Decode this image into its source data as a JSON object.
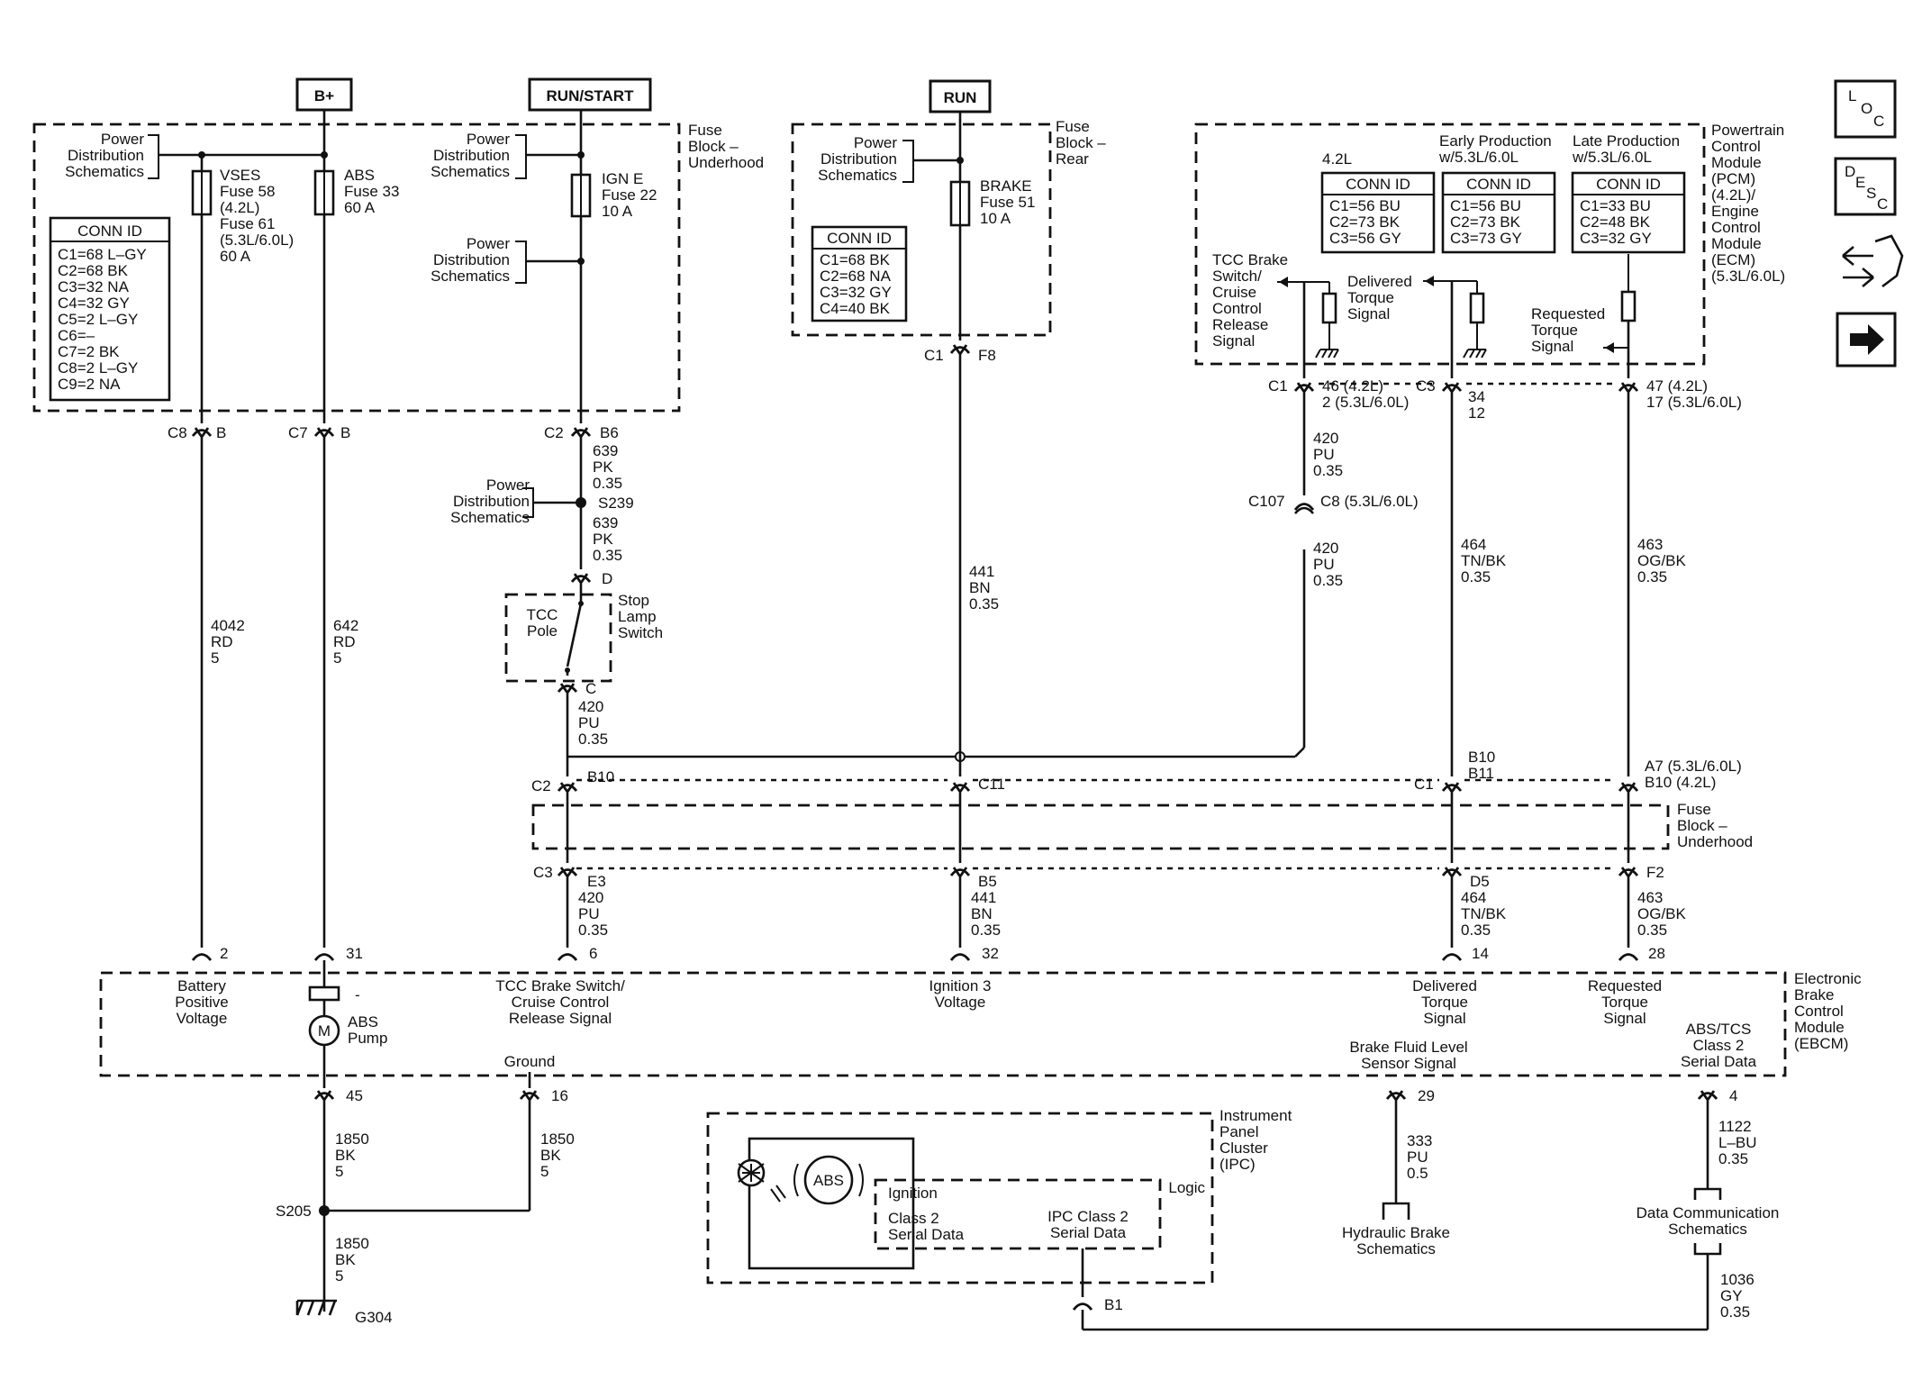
{
  "power_labels": {
    "bplus": "B+",
    "run_start": "RUN/START",
    "run": "RUN"
  },
  "common": {
    "pds_1": "Power",
    "pds_2": "Distribution",
    "pds_3": "Schematics"
  },
  "fuse_block_underhood": {
    "l1": "Fuse",
    "l2": "Block –",
    "l3": "Underhood",
    "vses": [
      "VSES",
      "Fuse 58",
      "(4.2L)",
      "Fuse 61",
      "(5.3L/6.0L)",
      "60 A"
    ],
    "abs": [
      "ABS",
      "Fuse 33",
      "60 A"
    ],
    "ign_e": [
      "IGN E",
      "Fuse 22",
      "10 A"
    ],
    "conn_title": "CONN ID",
    "conn_rows": [
      "C1=68 L–GY",
      "C2=68 BK",
      "C3=32 NA",
      "C4=32 GY",
      "C5=2 L–GY",
      "C6=–",
      "C7=2 BK",
      "C8=2 L–GY",
      "C9=2 NA"
    ]
  },
  "fuse_block_rear": {
    "l1": "Fuse",
    "l2": "Block –",
    "l3": "Rear",
    "brake": [
      "BRAKE",
      "Fuse 51",
      "10 A"
    ],
    "conn_title": "CONN ID",
    "conn_rows": [
      "C1=68 BK",
      "C2=68 NA",
      "C3=32 GY",
      "C4=40 BK"
    ]
  },
  "pcm": {
    "title": [
      "Powertrain",
      "Control",
      "Module",
      "(PCM)",
      "(4.2L)/",
      "Engine",
      "Control",
      "Module",
      "(ECM)",
      "(5.3L/6.0L)"
    ],
    "h_42": "4.2L",
    "h_early": [
      "Early Production",
      "w/5.3L/6.0L"
    ],
    "h_late": [
      "Late Production",
      "w/5.3L/6.0L"
    ],
    "conn_title": "CONN ID",
    "t1": [
      "C1=56 BU",
      "C2=73 BK",
      "C3=56 GY"
    ],
    "t2": [
      "C1=56 BU",
      "C2=73 BK",
      "C3=73 GY"
    ],
    "t3": [
      "C1=33 BU",
      "C2=48 BK",
      "C3=32 GY"
    ],
    "tcc_sig": [
      "TCC Brake",
      "Switch/",
      "Cruise",
      "Control",
      "Release",
      "Signal"
    ],
    "delivered": [
      "Delivered",
      "Torque",
      "Signal"
    ],
    "requested": [
      "Requested",
      "Torque",
      "Signal"
    ]
  },
  "connectors": {
    "c8": "C8",
    "c8_pin": "B",
    "c7": "C7",
    "c7_pin": "B",
    "c2_top": "C2",
    "c2_top_pin": "B6",
    "c1_rear": "C1",
    "c1_rear_pin": "F8",
    "pcm_c1": "C1",
    "pcm_c1_pin": [
      "46 (4.2L)",
      "2 (5.3L/6.0L)"
    ],
    "pcm_c3": "C3",
    "pcm_c3_pin": [
      "34",
      "12"
    ],
    "pcm_c3b_pin": [
      "47 (4.2L)",
      "17 (5.3L/6.0L)"
    ],
    "c107": "C107",
    "c107_pin": "C8 (5.3L/6.0L)",
    "d": "D",
    "c": "C",
    "s239": "S239",
    "mid_c2": "C2",
    "mid_c2_pin": "B10",
    "mid_c11": "C11",
    "mid_c1": "C1",
    "mid_c1_pin": [
      "B10",
      "B11"
    ],
    "mid_a7": [
      "A7 (5.3L/6.0L)",
      "B10 (4.2L)"
    ],
    "c3": "C3",
    "e3": "E3",
    "b5": "B5",
    "d5": "D5",
    "f2": "F2",
    "p2": "2",
    "p31": "31",
    "p6": "6",
    "p32": "32",
    "p14": "14",
    "p28": "28",
    "p45": "45",
    "p16": "16",
    "p29": "29",
    "p4": "4",
    "s205": "S205",
    "g304": "G304",
    "b1": "B1"
  },
  "wires": {
    "w4042": [
      "4042",
      "RD",
      "5"
    ],
    "w642": [
      "642",
      "RD",
      "5"
    ],
    "w639a": [
      "639",
      "PK",
      "0.35"
    ],
    "w639b": [
      "639",
      "PK",
      "0.35"
    ],
    "w420a": [
      "420",
      "PU",
      "0.35"
    ],
    "w420b": [
      "420",
      "PU",
      "0.35"
    ],
    "w420c": [
      "420",
      "PU",
      "0.35"
    ],
    "w420d": [
      "420",
      "PU",
      "0.35"
    ],
    "w441a": [
      "441",
      "BN",
      "0.35"
    ],
    "w441b": [
      "441",
      "BN",
      "0.35"
    ],
    "w464a": [
      "464",
      "TN/BK",
      "0.35"
    ],
    "w464b": [
      "464",
      "TN/BK",
      "0.35"
    ],
    "w463a": [
      "463",
      "OG/BK",
      "0.35"
    ],
    "w463b": [
      "463",
      "OG/BK",
      "0.35"
    ],
    "w1850a": [
      "1850",
      "BK",
      "5"
    ],
    "w1850b": [
      "1850",
      "BK",
      "5"
    ],
    "w1850c": [
      "1850",
      "BK",
      "5"
    ],
    "w333": [
      "333",
      "PU",
      "0.5"
    ],
    "w1122": [
      "1122",
      "L–BU",
      "0.35"
    ],
    "w1036": [
      "1036",
      "GY",
      "0.35"
    ]
  },
  "switch": {
    "tcc_pole": [
      "TCC",
      "Pole"
    ],
    "stop_lamp": [
      "Stop",
      "Lamp",
      "Switch"
    ]
  },
  "fuse_block_mid": [
    "Fuse",
    "Block –",
    "Underhood"
  ],
  "ebcm": {
    "title": [
      "Electronic",
      "Brake",
      "Control",
      "Module",
      "(EBCM)"
    ],
    "battery": [
      "Battery",
      "Positive",
      "Voltage"
    ],
    "tcc": [
      "TCC Brake Switch/",
      "Cruise Control",
      "Release Signal"
    ],
    "ign3": [
      "Ignition 3",
      "Voltage"
    ],
    "delivered": [
      "Delivered",
      "Torque",
      "Signal"
    ],
    "requested": [
      "Requested",
      "Torque",
      "Signal"
    ],
    "abs_pump": [
      "ABS",
      "Pump"
    ],
    "motor": "M",
    "minus": "-",
    "ground": "Ground",
    "bfl": [
      "Brake Fluid Level",
      "Sensor Signal"
    ],
    "abs_tcs": [
      "ABS/TCS",
      "Class 2",
      "Serial Data"
    ]
  },
  "ipc": {
    "title": [
      "Instrument",
      "Panel",
      "Cluster",
      "(IPC)"
    ],
    "abs": "ABS",
    "logic": "Logic",
    "ignition": "Ignition",
    "class2": [
      "Class 2",
      "Serial Data"
    ],
    "ipc_class2": [
      "IPC Class 2",
      "Serial Data"
    ]
  },
  "refs": {
    "hydraulic": [
      "Hydraulic Brake",
      "Schematics"
    ],
    "dcs": [
      "Data Communication",
      "Schematics"
    ]
  },
  "nav": {
    "loc": [
      "L",
      "O",
      "C"
    ],
    "desc": [
      "D",
      "E",
      "S",
      "C"
    ]
  }
}
